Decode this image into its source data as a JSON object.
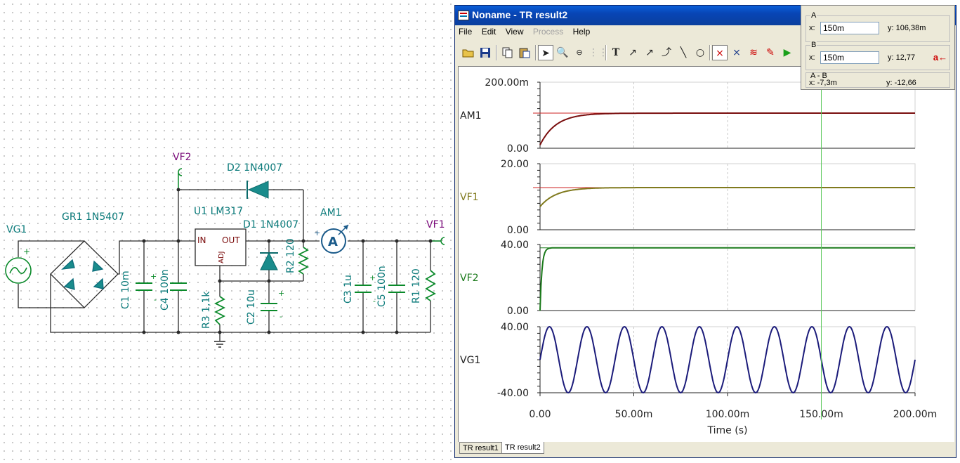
{
  "schematic": {
    "labels": {
      "vg1": "VG1",
      "gr1": "GR1 1N5407",
      "vf2": "VF2",
      "d2": "D2 1N4007",
      "u1": "U1 LM317",
      "in": "IN",
      "out": "OUT",
      "adj": "ADJ",
      "d1": "D1 1N4007",
      "am1": "AM1",
      "ammeter_symbol": "A",
      "vf1": "VF1",
      "c1": "C1 10m",
      "c4": "C4 100n",
      "r3": "R3 1,1k",
      "c2": "C2 10u",
      "r2": "R2 120",
      "c3": "C3 1u",
      "c5": "C5 100n",
      "r1": "R1 120",
      "plus": "+",
      "minus": "-"
    }
  },
  "window": {
    "title": "Noname - TR result2",
    "menu": [
      "File",
      "Edit",
      "View",
      "Process",
      "Help"
    ],
    "menu_disabled": "Process",
    "toolbar_icons": [
      "open-folder-icon",
      "save-icon",
      "copy-icon",
      "paste-icon",
      "pointer-icon",
      "zoom-in-icon",
      "zoom-100-icon",
      "grid-icon",
      "text-icon",
      "annotate-1-icon",
      "annotate-2-icon",
      "annotate-3-icon",
      "line-icon",
      "circle-icon",
      "cursor-a-icon",
      "cursor-b-icon",
      "curves-icon",
      "probe-icon",
      "run-icon"
    ],
    "tabs": [
      "TR result1",
      "TR result2"
    ],
    "active_tab": "TR result2"
  },
  "cursor_panel": {
    "a": {
      "title": "A",
      "x_label": "x:",
      "x_value": "150m",
      "y_text": "y: 106,38m"
    },
    "b": {
      "title": "B",
      "x_label": "x:",
      "x_value": "150m",
      "y_text": "y: 12,77",
      "button": "a←"
    },
    "diff": {
      "title": "A - B",
      "x_text": "x: -7,3m",
      "y_text": "y: -12,66"
    }
  },
  "chart_data": {
    "type": "line",
    "xlabel": "Time (s)",
    "x_tick_labels": [
      "0.00",
      "50.00m",
      "100.00m",
      "150.00m",
      "200.00m"
    ],
    "xlim": [
      0,
      0.2
    ],
    "x_ticks": [
      0,
      0.05,
      0.1,
      0.15,
      0.2
    ],
    "cursor_x": 0.15,
    "grid": true,
    "colors": {
      "AM1": "#7a0f0f",
      "VF1": "#807a1e",
      "VF2": "#1b7a1b",
      "VG1": "#1b1b7a",
      "reference": "#cc2222",
      "cursor": "#5ac85a"
    },
    "panels": [
      {
        "name": "AM1",
        "y_top_label": "200.00m",
        "y_bottom_label": "0.00",
        "ylim": [
          0,
          0.2
        ],
        "final": 0.1063,
        "tau": 0.0085,
        "start": 0.01,
        "points": [
          [
            0,
            0.01
          ],
          [
            0.005,
            0.057
          ],
          [
            0.01,
            0.077
          ],
          [
            0.015,
            0.091
          ],
          [
            0.02,
            0.098
          ],
          [
            0.025,
            0.102
          ],
          [
            0.03,
            0.104
          ],
          [
            0.035,
            0.1058
          ],
          [
            0.05,
            0.1063
          ],
          [
            0.2,
            0.1063
          ]
        ]
      },
      {
        "name": "VF1",
        "y_top_label": "20.00",
        "y_bottom_label": "0.00",
        "ylim": [
          0,
          20
        ],
        "final": 12.77,
        "tau": 0.0085,
        "start": 7,
        "points": [
          [
            0,
            7
          ],
          [
            0.005,
            9.8
          ],
          [
            0.01,
            11.1
          ],
          [
            0.015,
            11.9
          ],
          [
            0.02,
            12.4
          ],
          [
            0.025,
            12.6
          ],
          [
            0.03,
            12.7
          ],
          [
            0.04,
            12.77
          ],
          [
            0.2,
            12.77
          ]
        ]
      },
      {
        "name": "VF2",
        "y_top_label": "40.00",
        "y_bottom_label": "0.00",
        "ylim": [
          0,
          40
        ],
        "final": 38,
        "tau": 0.001,
        "start": 0,
        "points": [
          [
            0,
            0
          ],
          [
            0.001,
            22
          ],
          [
            0.002,
            33
          ],
          [
            0.003,
            36.5
          ],
          [
            0.005,
            38
          ],
          [
            0.2,
            38
          ]
        ]
      },
      {
        "name": "VG1",
        "y_top_label": "40.00",
        "y_bottom_label": "-40.00",
        "ylim": [
          -40,
          40
        ],
        "amplitude": 40,
        "frequency": 50
      }
    ]
  }
}
